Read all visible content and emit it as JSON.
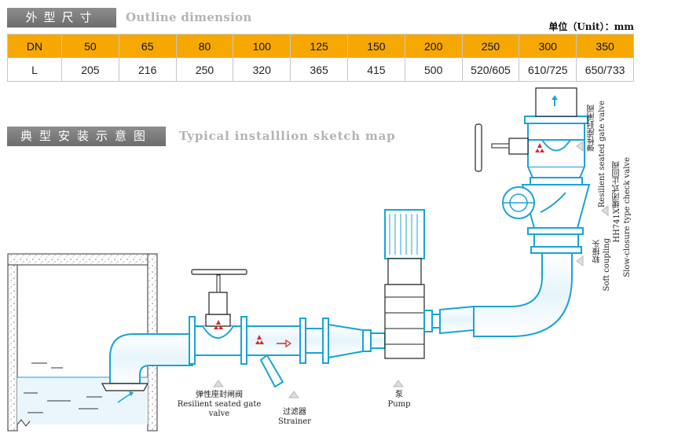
{
  "sections": {
    "outline": {
      "cn": "外型尺寸",
      "en": "Outline dimension"
    },
    "sketch": {
      "cn": "典型安装示意图",
      "en": "Typical installlion sketch map"
    }
  },
  "unit_note": "单位（Unit）：mm",
  "table": {
    "head_label": "DN",
    "row_label": "L",
    "dn": [
      "50",
      "65",
      "80",
      "100",
      "125",
      "150",
      "200",
      "250",
      "300",
      "350"
    ],
    "l": [
      "205",
      "216",
      "250",
      "320",
      "365",
      "415",
      "500",
      "520/605",
      "610/725",
      "650/733"
    ]
  },
  "labels": {
    "gate_valve_cn": "弹性座封闸阀",
    "gate_valve_en": "Resilient seated gate valve",
    "strainer_cn": "过滤器",
    "strainer_en": "Strainer",
    "pump_cn": "泵",
    "pump_en": "Pump",
    "top_gate_cn": "弹性座封闸阀",
    "top_gate_en": "Resilient seated gate valve",
    "check_cn": "HH741X缓闭式止回阀",
    "check_en": "Slow-closure type check valve",
    "coupling_cn": "软接头",
    "coupling_en": "Soft coupling"
  },
  "colors": {
    "pipe_blue": "#1aa3d6",
    "pipe_light": "#dff1fa",
    "header_orange": "#f6a800",
    "banner_gray": "#7b7b7b"
  }
}
